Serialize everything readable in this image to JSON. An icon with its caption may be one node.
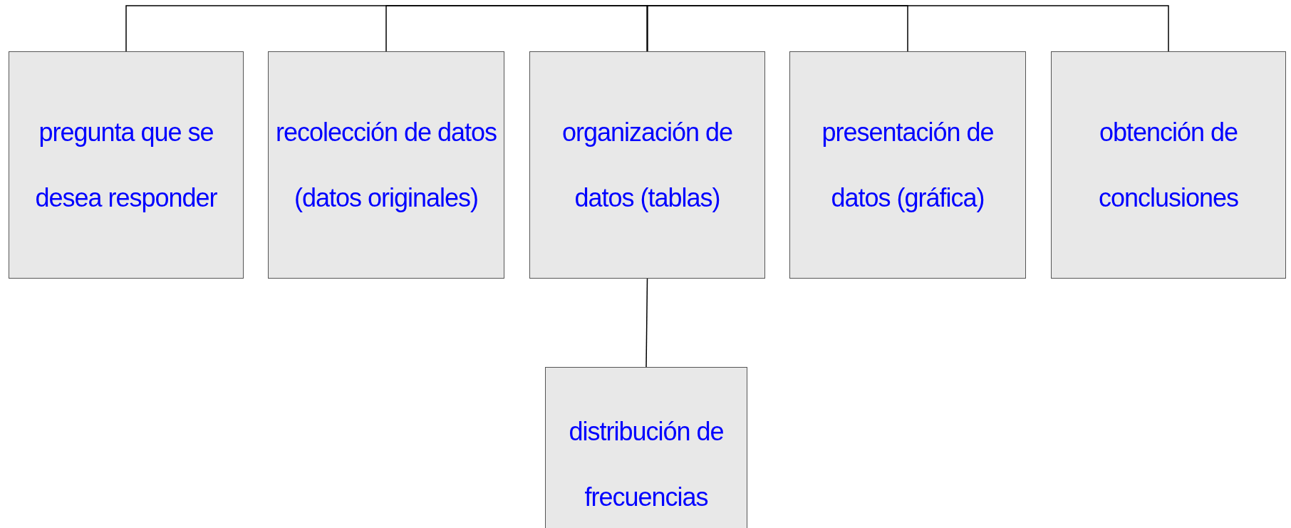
{
  "diagram": {
    "nodes": [
      {
        "text": [
          "pregunta que se desea responder"
        ]
      },
      {
        "text": [
          "recolección de datos (datos originales)"
        ]
      },
      {
        "text": [
          "organización de datos (tablas)"
        ]
      },
      {
        "text": [
          "presentación de datos (gráfica)"
        ]
      },
      {
        "text": [
          "obtención de conclusiones"
        ]
      },
      {
        "text": [
          "distribución de frecuencias"
        ]
      }
    ],
    "edges": [
      {
        "from": 2,
        "to": 0,
        "arrow": "none"
      },
      {
        "from": 2,
        "to": 1,
        "arrow": "none"
      },
      {
        "from": 2,
        "to": 3,
        "arrow": "none"
      },
      {
        "from": 2,
        "to": 4,
        "arrow": "none"
      },
      {
        "from": 2,
        "to": 5,
        "arrow": "none"
      }
    ]
  }
}
